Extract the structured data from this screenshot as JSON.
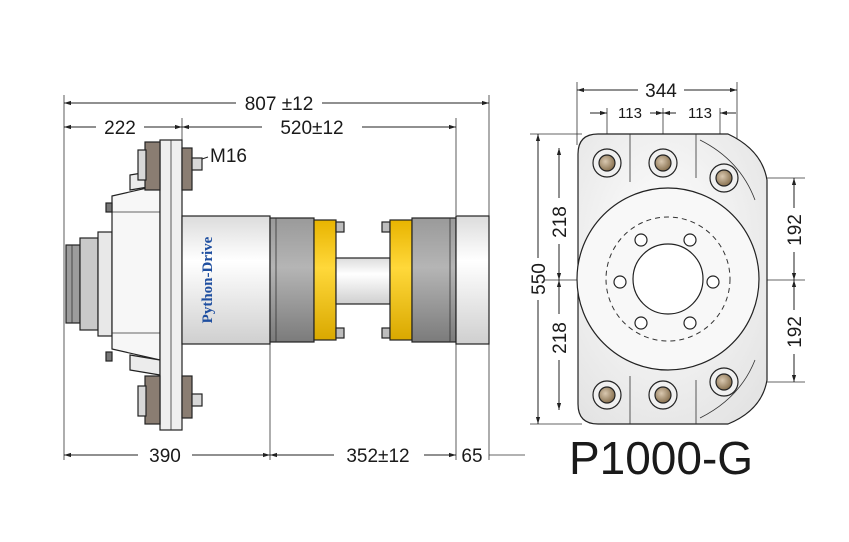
{
  "side_view": {
    "dim_total": "807 ±12",
    "dim_left": "222",
    "dim_right": "520±12",
    "thread": "M16",
    "brand": "Python-Drive",
    "dim_bottom_left": "390",
    "dim_bottom_mid": "352±12",
    "dim_bottom_right": "65"
  },
  "front_view": {
    "dim_width": "344",
    "dim_hole_left": "113",
    "dim_hole_right": "113",
    "dim_height": "550",
    "dim_left_top": "218",
    "dim_left_bottom": "218",
    "dim_right_top": "192",
    "dim_right_bottom": "192"
  },
  "model": "P1000-G",
  "colors": {
    "yellow": "#f2c41b",
    "gray_block": "#8c8c8c",
    "flange_brown": "#8a7d72",
    "body_light": "#f4f4f4",
    "brand_blue": "#1f4fa0"
  }
}
